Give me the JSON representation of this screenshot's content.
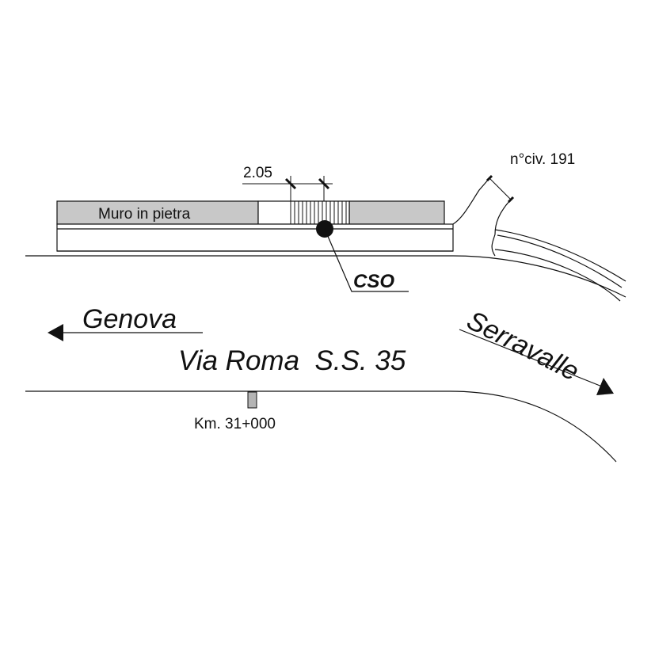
{
  "labels": {
    "wall": "Muro in pietra",
    "dimension": "2.05",
    "house_number": "n°civ. 191",
    "cso": "CSO",
    "genova": "Genova",
    "road": "Via Roma  S.S. 35",
    "serravalle": "Serravalle",
    "km": "Km. 31+000"
  },
  "colors": {
    "line": "#111111",
    "wall_fill": "#c8c8c8",
    "marker_fill": "#b4b4b4"
  }
}
